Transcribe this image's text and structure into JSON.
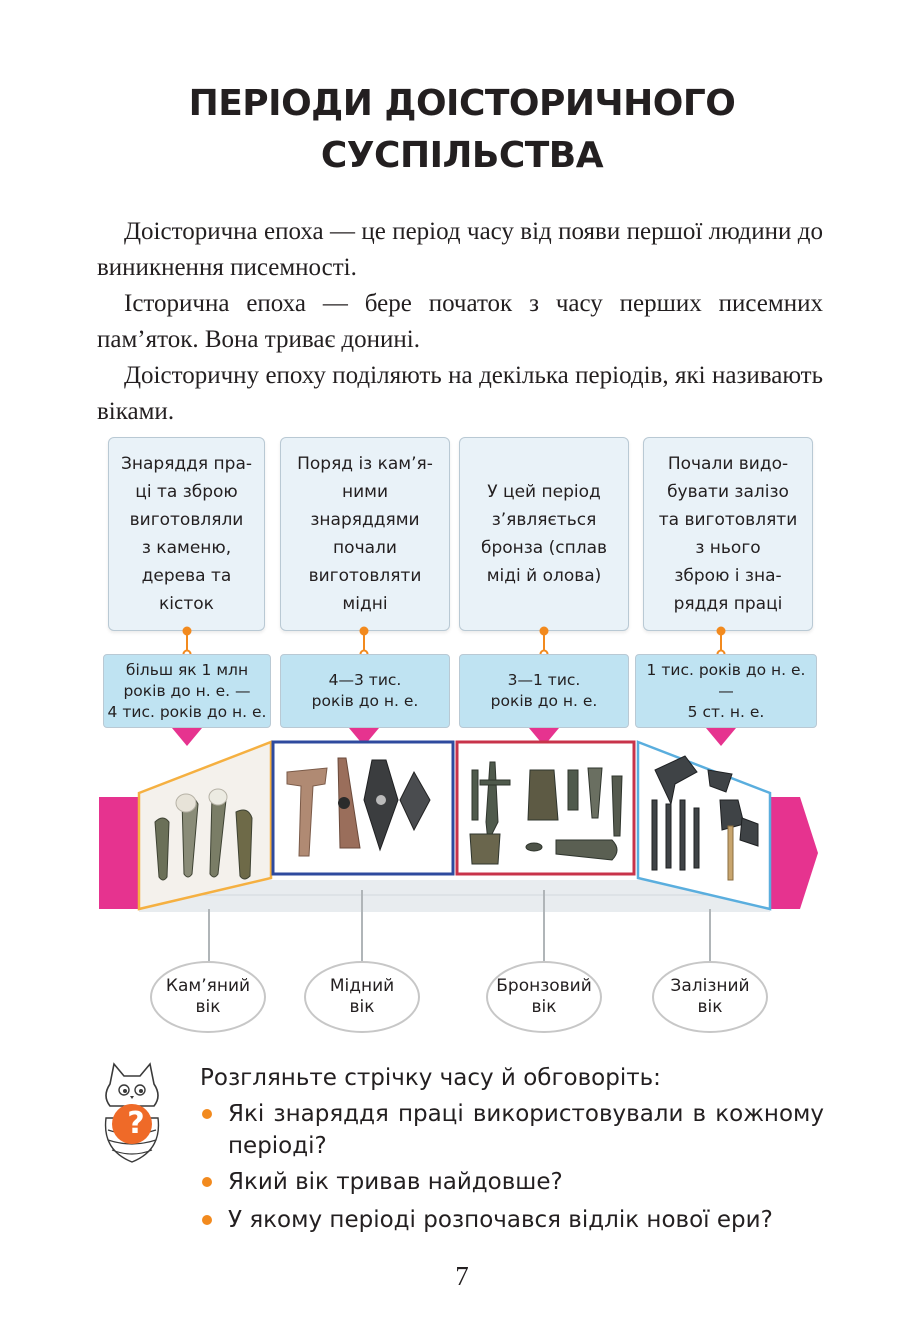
{
  "title": {
    "line1": "ПЕРІОДИ ДОІСТОРИЧНОГО",
    "line2": "СУСПІЛЬСТВА"
  },
  "paragraphs": [
    "Доісторична епоха — це період часу від появи першої людини до виникнення писемності.",
    "Історична епоха — бере початок з часу перших писемних пам’яток. Вона триває донині.",
    "Доісторичну епоху поділяють на декілька періодів, які називають віками."
  ],
  "timeline": {
    "periods": [
      {
        "description": "Знаряддя пра-\nці та зброю\nвиготовляли\nз каменю,\nдерева та\nкісток",
        "dates": "більш як 1 млн\nроків до н. е. —\n4 тис. років до н. е.",
        "age": "Кам’яний\nвік",
        "frame_color": "#f5b041"
      },
      {
        "description": "Поряд із кам’я-\nними\nзнаряддями\nпочали\nвиготовляти\nмідні",
        "dates": "4—3 тис.\nроків до н. е.",
        "age": "Мідний\nвік",
        "frame_color": "#2e4a9e"
      },
      {
        "description": "У цей період\nз’являється\nбронза (сплав\nміді й олова)",
        "dates": "3—1 тис.\nроків до н. е.",
        "age": "Бронзовий\nвік",
        "frame_color": "#c8334a"
      },
      {
        "description": "Почали видо-\nбувати залізо\nта виготовляти\nз нього\nзброю і зна-\nряддя праці",
        "dates": "1 тис. років до н. е. —\n5 ст. н. е.",
        "age": "Залізний\nвік",
        "frame_color": "#5aaede"
      }
    ],
    "accent_color": "#e6338f",
    "connector_color": "#f28a1e"
  },
  "questions": {
    "intro": "Розгляньте стрічку часу й обговоріть:",
    "items": [
      "Які знаряддя праці використовували в кожному періоді?",
      "Який вік тривав найдовше?",
      "У якому періоді розпочався відлік нової ери?"
    ],
    "icon_symbol": "?"
  },
  "page_number": "7"
}
